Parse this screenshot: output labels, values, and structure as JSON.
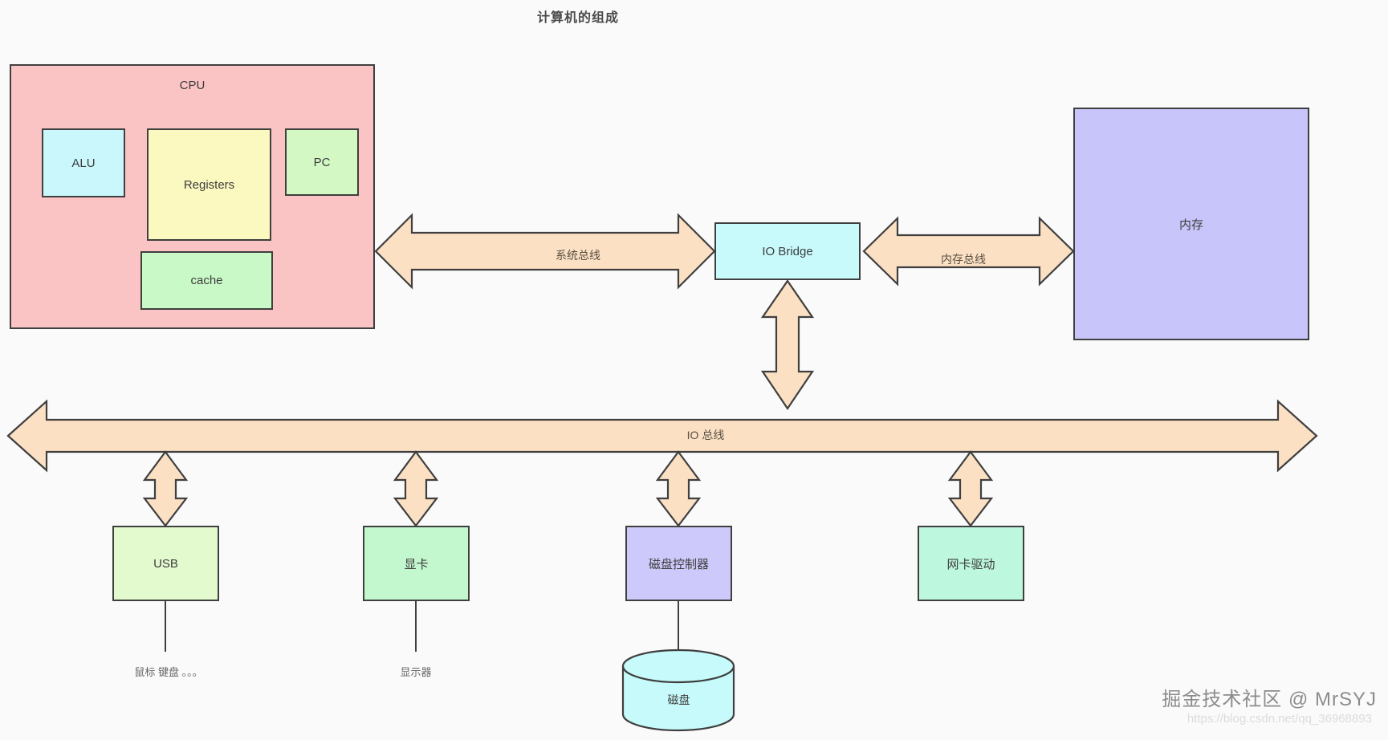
{
  "title": "计算机的组成",
  "cpu": {
    "label": "CPU",
    "color": "#fbc4c4",
    "components": [
      {
        "name": "alu",
        "label": "ALU",
        "color": "#c9f7fb"
      },
      {
        "name": "registers",
        "label": "Registers",
        "color": "#fbf8c0"
      },
      {
        "name": "pc",
        "label": "PC",
        "color": "#d4f8c4"
      },
      {
        "name": "cache",
        "label": "cache",
        "color": "#c9f9c6"
      }
    ]
  },
  "bridge": {
    "label": "IO  Bridge",
    "color": "#c8fafc"
  },
  "memory": {
    "label": "内存",
    "color": "#c7c5f9"
  },
  "buses": {
    "system_bus": "系统总线",
    "memory_bus": "内存总线",
    "io_bus": "IO 总线",
    "color": "#fbe0c3"
  },
  "devices": [
    {
      "name": "usb",
      "label": "USB",
      "color": "#e3face",
      "leaf": "鼠标 键盘 。。。"
    },
    {
      "name": "graphics-card",
      "label": "显卡",
      "color": "#c3f7cd",
      "leaf": "显示器"
    },
    {
      "name": "disk-controller",
      "label": "磁盘控制器",
      "color": "#cdc9fa",
      "leaf": "磁盘"
    },
    {
      "name": "nic-driver",
      "label": "网卡驱动",
      "color": "#bdf7de",
      "leaf": ""
    }
  ],
  "disk": {
    "label": "磁盘",
    "color": "#c7fafb"
  },
  "watermark": {
    "text": "掘金技术社区 @ MrSYJ",
    "url": "https://blog.csdn.net/qq_36968893"
  }
}
